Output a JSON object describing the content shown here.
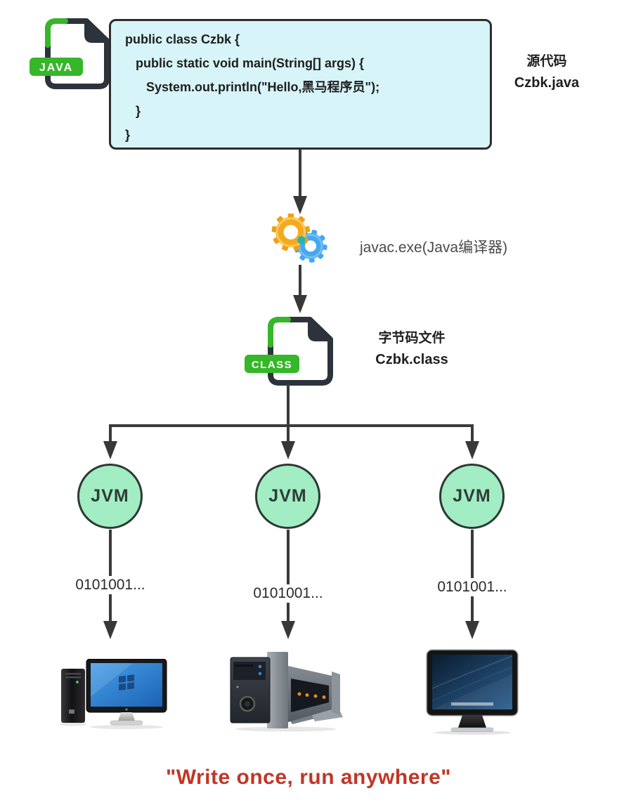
{
  "colors": {
    "arrow_line": "#3a3a3a",
    "code_box_bg": "#d7f4f8",
    "code_box_border": "#2d2d2d",
    "badge_green": "#36b629",
    "jvm_fill": "#a3edc4",
    "quote_red": "#c23527",
    "gear_orange": "#f0a013",
    "gear_blue": "#47a8ef"
  },
  "icons": {
    "source": "java-file-icon",
    "compiler": "gears-icon",
    "bytecode": "class-file-icon",
    "targets": [
      "windows-pc-icon",
      "linux-server-icon",
      "mac-monitor-icon"
    ]
  },
  "source_file": {
    "badge": "JAVA",
    "code_lines": [
      "public class Czbk {",
      "   public static void main(String[] args) {",
      "      System.out.println(\"Hello,黑马程序员\");",
      "   }",
      "}"
    ],
    "label_title": "源代码",
    "label_filename": "Czbk.java"
  },
  "compiler": {
    "label": "javac.exe(Java编译器)"
  },
  "bytecode_file": {
    "badge": "CLASS",
    "label_title": "字节码文件",
    "label_filename": "Czbk.class"
  },
  "jvm_nodes": [
    {
      "label": "JVM",
      "stream": "0101001..."
    },
    {
      "label": "JVM",
      "stream": "0101001..."
    },
    {
      "label": "JVM",
      "stream": "0101001..."
    }
  ],
  "quote": "\"Write once, run anywhere\""
}
